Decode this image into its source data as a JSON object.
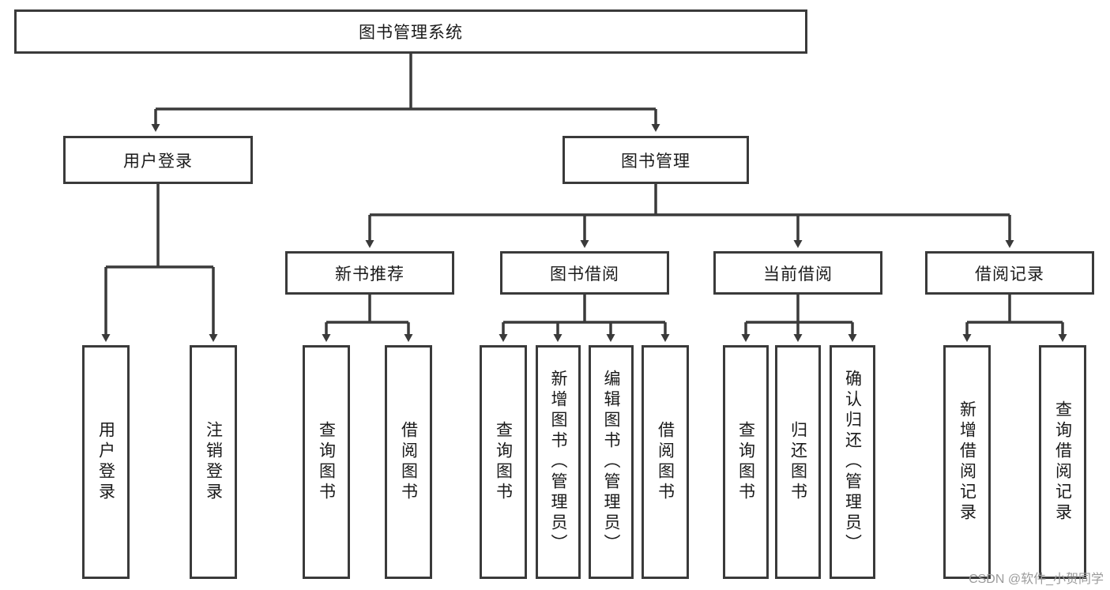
{
  "diagram": {
    "type": "tree",
    "title": "图书管理系统",
    "watermark": "CSDN @软件_小贺同学",
    "colors": {
      "background": "#ffffff",
      "stroke": "#3a3a3a",
      "text": "#1a1a1a",
      "watermark": "#9b9b9b"
    },
    "root": {
      "label": "图书管理系统"
    },
    "level2": [
      {
        "label": "用户登录"
      },
      {
        "label": "图书管理"
      }
    ],
    "level3": [
      {
        "label": "新书推荐"
      },
      {
        "label": "图书借阅"
      },
      {
        "label": "当前借阅"
      },
      {
        "label": "借阅记录"
      }
    ],
    "leaves": {
      "user_login": [
        {
          "label": "用户登录"
        },
        {
          "label": "注销登录"
        }
      ],
      "new_book": [
        {
          "label": "查询图书"
        },
        {
          "label": "借阅图书"
        }
      ],
      "book_borrow": [
        {
          "label": "查询图书"
        },
        {
          "label": "新增图书（管理员）"
        },
        {
          "label": "编辑图书（管理员）"
        },
        {
          "label": "借阅图书"
        }
      ],
      "current_borrow": [
        {
          "label": "查询图书"
        },
        {
          "label": "归还图书"
        },
        {
          "label": "确认归还（管理员）"
        }
      ],
      "borrow_record": [
        {
          "label": "新增借阅记录"
        },
        {
          "label": "查询借阅记录"
        }
      ]
    }
  }
}
